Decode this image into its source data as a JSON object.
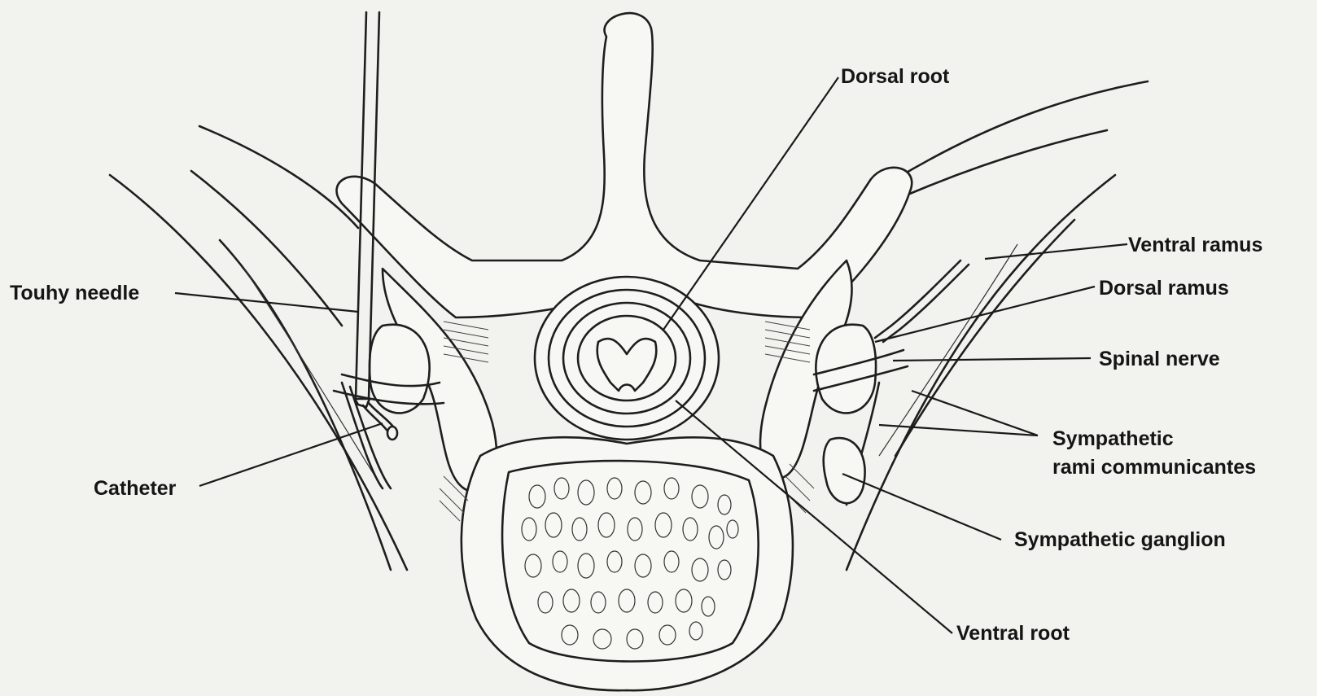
{
  "labels": {
    "dorsal_root": "Dorsal root",
    "ventral_ramus": "Ventral ramus",
    "dorsal_ramus": "Dorsal ramus",
    "spinal_nerve": "Spinal nerve",
    "sympathetic_rami_line1": "Sympathetic",
    "sympathetic_rami_line2": "rami communicantes",
    "sympathetic_ganglion": "Sympathetic ganglion",
    "ventral_root": "Ventral root",
    "touhy_needle": "Touhy needle",
    "catheter": "Catheter"
  },
  "colors": {
    "paper": "#f2f3ee",
    "ink": "#1e1e1e"
  }
}
